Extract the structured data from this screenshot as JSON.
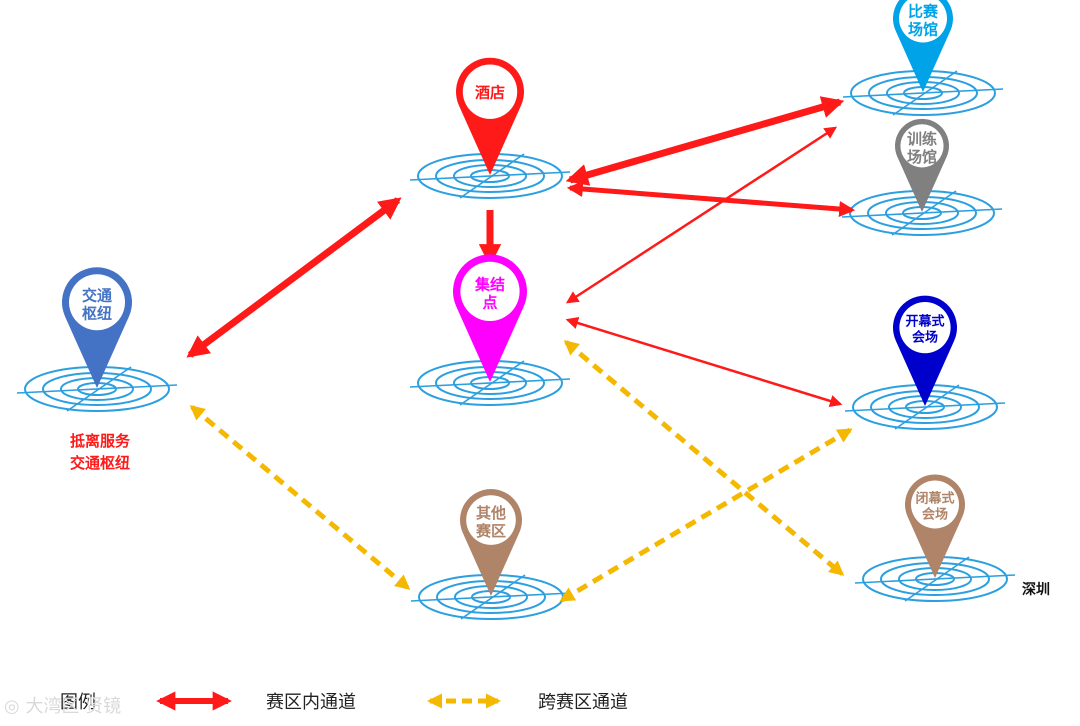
{
  "colors": {
    "red_arrow": "#ff1a1a",
    "yellow_arrow": "#f5b800",
    "target_ring": "#2b9fe0"
  },
  "nodes": {
    "hub": {
      "text": "交通\n枢纽",
      "color": "#4472c4"
    },
    "hotel": {
      "text": "酒店",
      "color": "#ff1a1a"
    },
    "assembly": {
      "text": "集结\n点",
      "color": "#ff00ff"
    },
    "other": {
      "text": "其他\n赛区",
      "color": "#b08468"
    },
    "venue": {
      "text": "比赛\n场馆",
      "color": "#00a3e8"
    },
    "training": {
      "text": "训练\n场馆",
      "color": "#808080"
    },
    "opening": {
      "text": "开幕式\n会场",
      "color": "#0000cc"
    },
    "closing": {
      "text": "闭幕式\n会场",
      "color": "#b08468"
    }
  },
  "hub_caption": {
    "line1": "抵离服务",
    "line2": "交通枢纽"
  },
  "side_label": "深圳",
  "legend": {
    "title": "图例",
    "red_label": "赛区内通道",
    "yellow_label": "跨赛区通道"
  },
  "watermark": "大湾区 贤镜"
}
